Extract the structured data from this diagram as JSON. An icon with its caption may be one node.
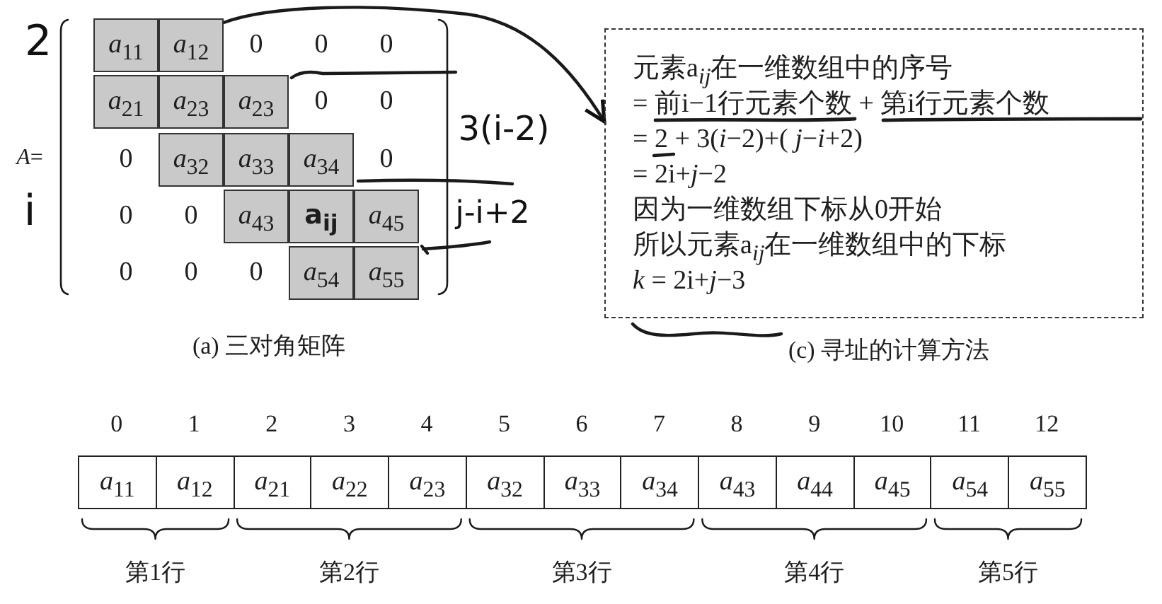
{
  "diagram": {
    "nodes": [
      {
        "text": [
          "*a*$_{11}$"
        ]
      },
      {
        "text": [
          "*a*$_{12}$"
        ]
      },
      {
        "text": [
          "*a*$_{21}$"
        ]
      },
      {
        "text": [
          "*a*$_{23}$"
        ]
      },
      {
        "text": [
          "*a*$_{23}$"
        ]
      },
      {
        "text": [
          "*a*$_{32}$"
        ]
      },
      {
        "text": [
          "*a*$_{33}$"
        ]
      },
      {
        "text": [
          "*a*$_{34}$"
        ]
      },
      {
        "text": [
          "*a*$_{43}$"
        ]
      },
      {
        "text": [
          "a$_{ij}$"
        ]
      },
      {
        "text": [
          "*a*$_{45}$"
        ]
      },
      {
        "text": [
          "*a*$_{54}$"
        ]
      },
      {
        "text": [
          "*a*$_{55}$"
        ]
      },
      {
        "text": [
          "元素a$_{ij}$在一维数组中的序号",
          "= 前i−1行元素个数 + 第i行元素个数",
          "= 2 + 3(*i*−2)+( *j*−*i*+2)",
          "= 2i+*j*−2",
          "因为一维数组下标从0开始",
          "所以元素a$_{ij}$在一维数组中的下标",
          "*k* = 2i+*j*−3"
        ],
        "beside": [
          "(c) 寻址的计算方法"
        ]
      },
      {
        "text": [
          "*a*$_{11}$"
        ]
      },
      {
        "text": [
          "*a*$_{12}$"
        ]
      },
      {
        "text": [
          "*a*$_{21}$"
        ]
      },
      {
        "text": [
          "*a*$_{22}$"
        ]
      },
      {
        "text": [
          "*a*$_{23}$"
        ]
      },
      {
        "text": [
          "*a*$_{32}$"
        ]
      },
      {
        "text": [
          "*a*$_{33}$"
        ]
      },
      {
        "text": [
          "*a*$_{34}$"
        ]
      },
      {
        "text": [
          "*a*$_{43}$"
        ]
      },
      {
        "text": [
          "*a*$_{44}$"
        ]
      },
      {
        "text": [
          "*a*$_{45}$"
        ]
      },
      {
        "text": [
          "*a*$_{54}$"
        ]
      },
      {
        "text": [
          "*a*$_{55}$"
        ]
      }
    ],
    "edges": [
      {
        "from": 1,
        "to": 13,
        "arrow": "to"
      }
    ],
    "labels": [
      "2",
      "0",
      "0",
      "0",
      "0",
      "0",
      "3(i-2)",
      "*A*=",
      "0",
      "0",
      "i",
      "0",
      "0",
      "j-i+2",
      "0",
      "0",
      "0",
      "(a) 三对角矩阵",
      "0",
      "1",
      "2",
      "3",
      "4",
      "5",
      "6",
      "7",
      "8",
      "9",
      "10",
      "11",
      "12",
      "第1行",
      "第2行",
      "第3行",
      "第4行",
      "第5行"
    ]
  }
}
